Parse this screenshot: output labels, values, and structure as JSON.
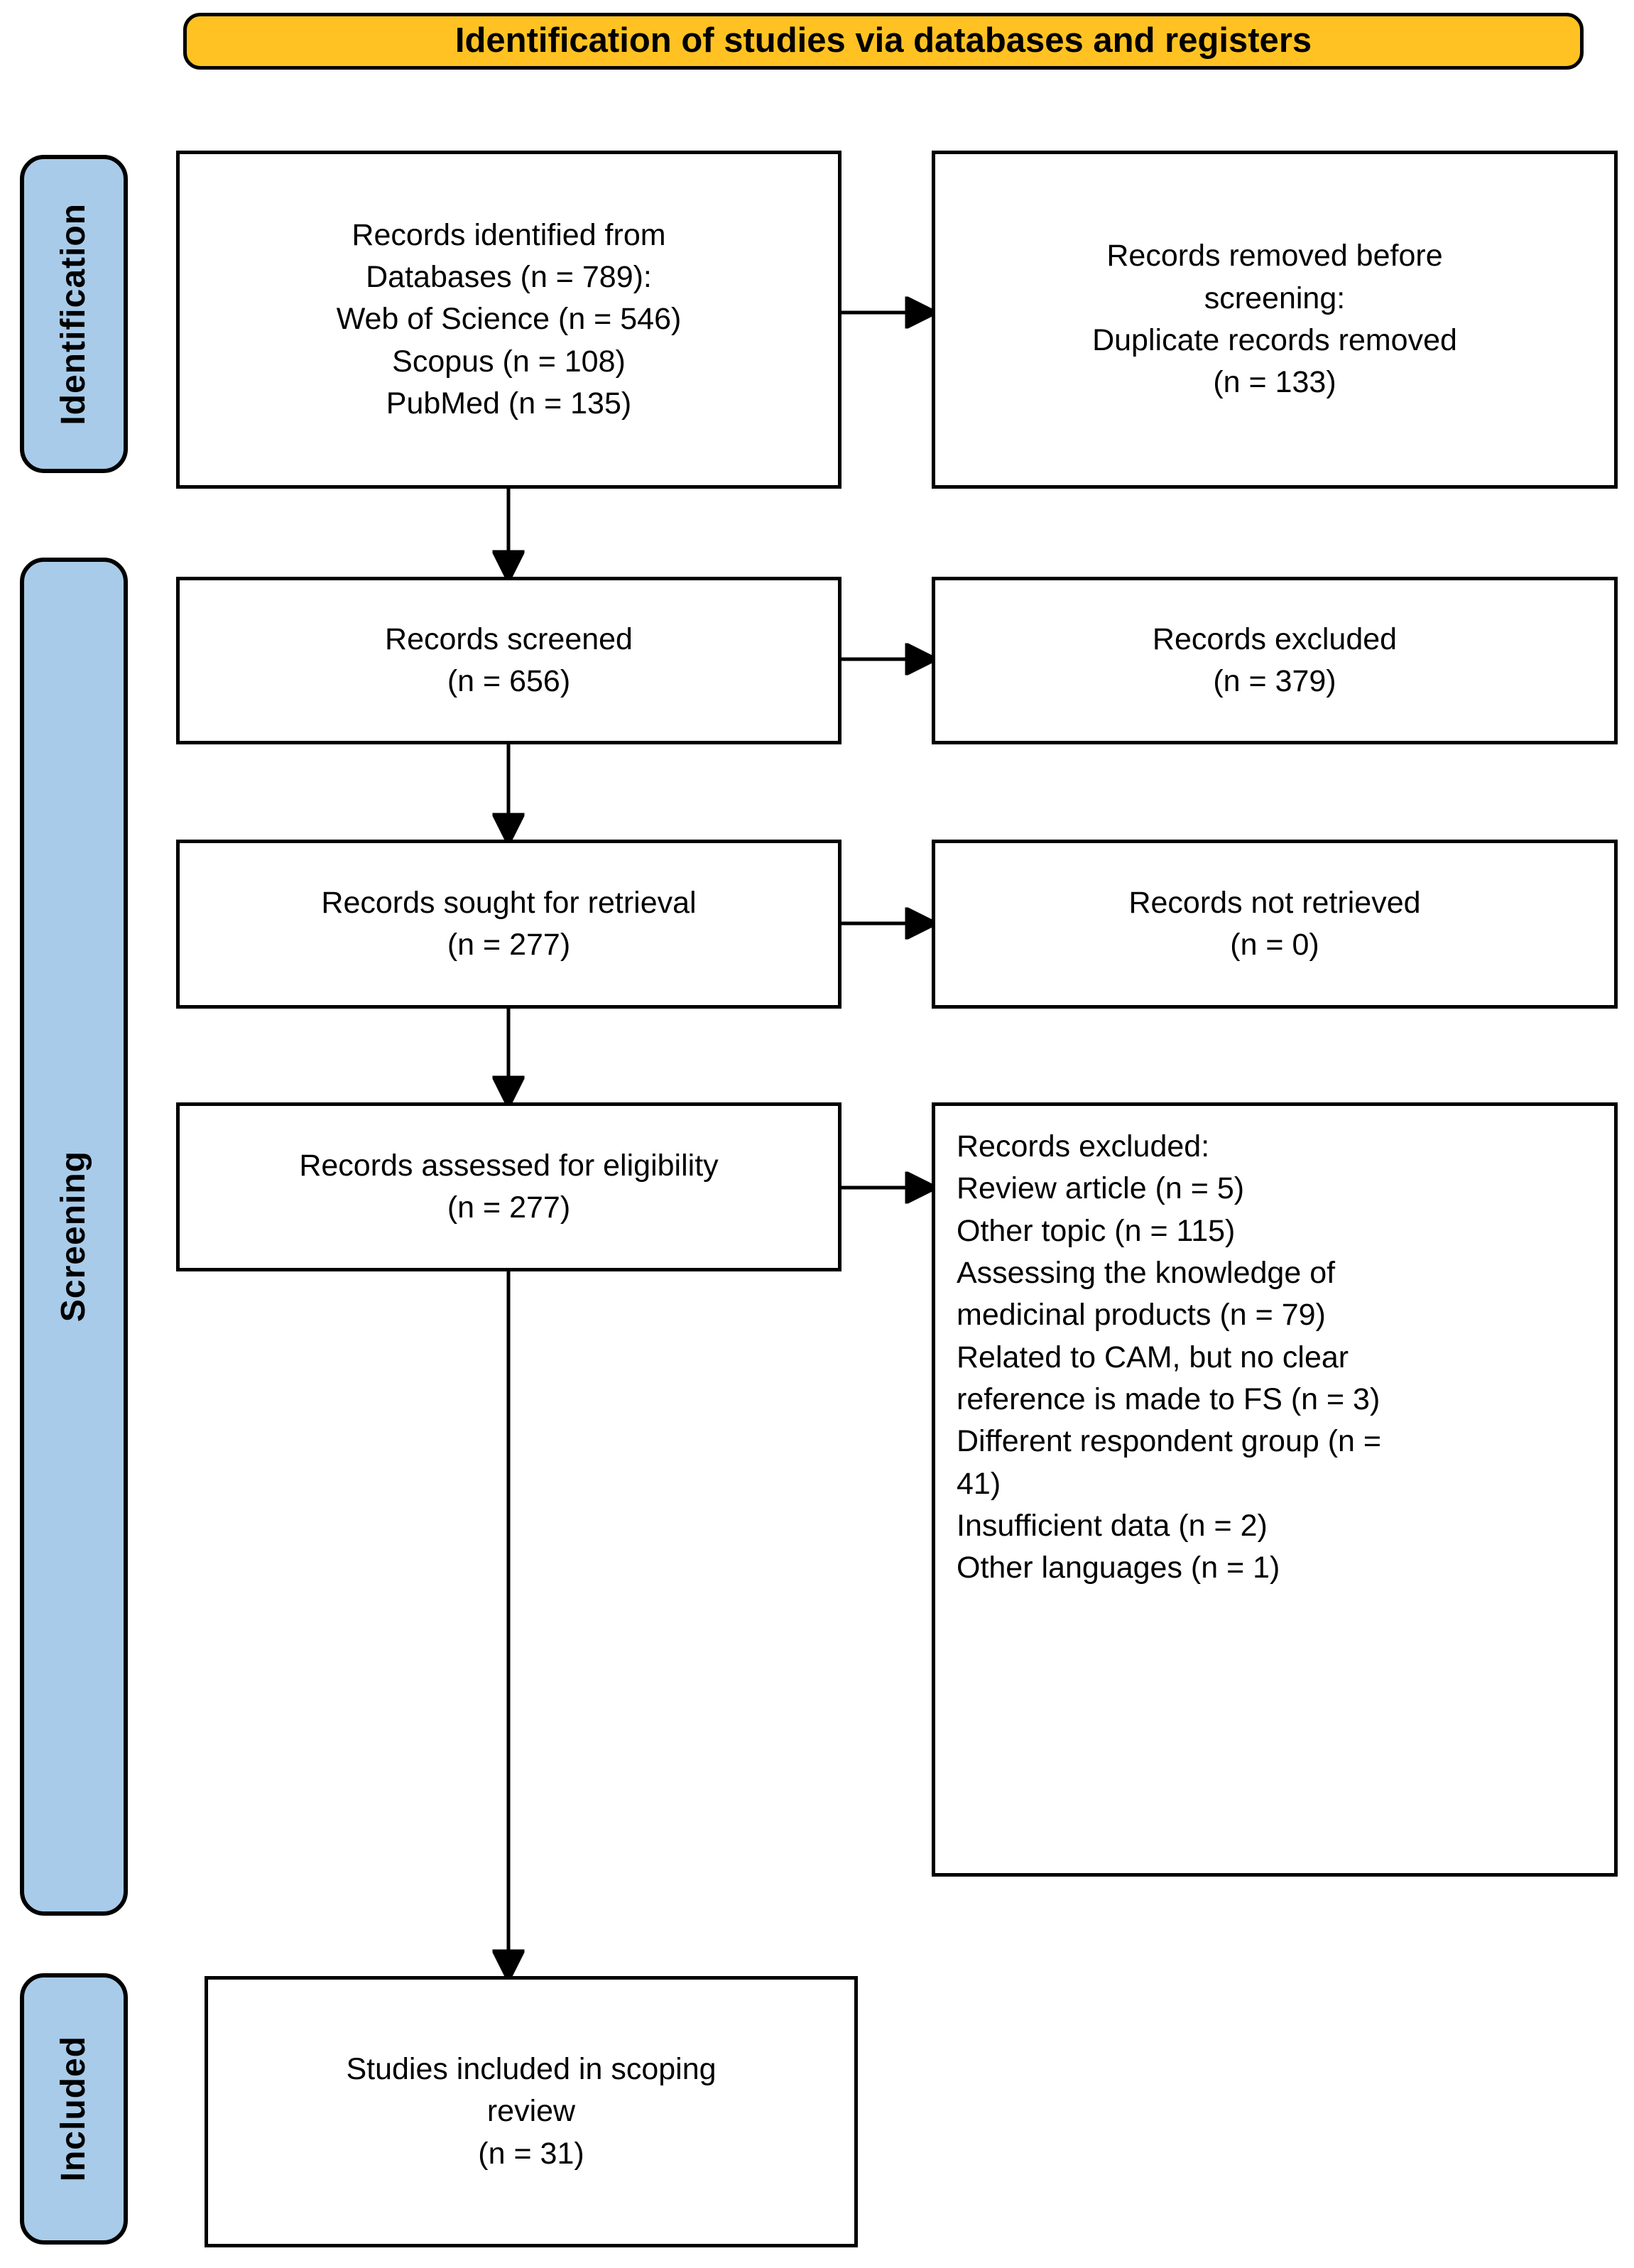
{
  "banner": {
    "title": "Identification of studies via databases and registers",
    "fill": "#ffc222",
    "border": "#000000"
  },
  "stages": [
    {
      "key": "identification",
      "label": "Identification",
      "fill": "#a8cbe9"
    },
    {
      "key": "screening",
      "label": "Screening",
      "fill": "#a8cbe9"
    },
    {
      "key": "included",
      "label": "Included",
      "fill": "#a8cbe9"
    }
  ],
  "boxes": {
    "records_identified": {
      "text": "Records identified from\nDatabases (n = 789):\nWeb of Science (n = 546)\nScopus (n = 108)\nPubMed (n = 135)"
    },
    "records_removed": {
      "text": "Records removed before\nscreening:\nDuplicate records removed\n(n = 133)"
    },
    "records_screened": {
      "text": "Records screened\n(n = 656)"
    },
    "records_excluded_screening": {
      "text": "Records excluded\n(n = 379)"
    },
    "records_sought": {
      "text": "Records sought for retrieval\n(n = 277)"
    },
    "records_not_retrieved": {
      "text": "Records not retrieved\n(n = 0)"
    },
    "records_assessed": {
      "text": "Records assessed for eligibility\n(n = 277)"
    },
    "records_excluded_eligibility": {
      "text": "Records excluded:\nReview article (n = 5)\nOther topic (n = 115)\nAssessing the knowledge of\nmedicinal products (n = 79)\nRelated to CAM, but no clear\nreference is made to FS (n = 3)\nDifferent respondent group (n =\n41)\nInsufficient data (n = 2)\nOther languages (n = 1)"
    },
    "studies_included": {
      "text": "Studies included in scoping\nreview\n(n = 31)"
    }
  },
  "chart_data": {
    "type": "diagram",
    "title": "Identification of studies via databases and registers",
    "nodes": [
      {
        "id": "records_identified",
        "stage": "Identification",
        "label": "Records identified from Databases",
        "n": 789,
        "breakdown": [
          {
            "source": "Web of Science",
            "n": 546
          },
          {
            "source": "Scopus",
            "n": 108
          },
          {
            "source": "PubMed",
            "n": 135
          }
        ]
      },
      {
        "id": "records_removed",
        "stage": "Identification",
        "label": "Records removed before screening: Duplicate records removed",
        "n": 133
      },
      {
        "id": "records_screened",
        "stage": "Screening",
        "label": "Records screened",
        "n": 656
      },
      {
        "id": "records_excluded_screening",
        "stage": "Screening",
        "label": "Records excluded",
        "n": 379
      },
      {
        "id": "records_sought",
        "stage": "Screening",
        "label": "Records sought for retrieval",
        "n": 277
      },
      {
        "id": "records_not_retrieved",
        "stage": "Screening",
        "label": "Records not retrieved",
        "n": 0
      },
      {
        "id": "records_assessed",
        "stage": "Screening",
        "label": "Records assessed for eligibility",
        "n": 277
      },
      {
        "id": "records_excluded_eligibility",
        "stage": "Screening",
        "label": "Records excluded",
        "reasons": [
          {
            "reason": "Review article",
            "n": 5
          },
          {
            "reason": "Other topic",
            "n": 115
          },
          {
            "reason": "Assessing the knowledge of medicinal products",
            "n": 79
          },
          {
            "reason": "Related to CAM, but no clear reference is made to FS",
            "n": 3
          },
          {
            "reason": "Different respondent group",
            "n": 41
          },
          {
            "reason": "Insufficient data",
            "n": 2
          },
          {
            "reason": "Other languages",
            "n": 1
          }
        ]
      },
      {
        "id": "studies_included",
        "stage": "Included",
        "label": "Studies included in scoping review",
        "n": 31
      }
    ],
    "edges": [
      {
        "from": "records_identified",
        "to": "records_removed",
        "direction": "right"
      },
      {
        "from": "records_identified",
        "to": "records_screened",
        "direction": "down"
      },
      {
        "from": "records_screened",
        "to": "records_excluded_screening",
        "direction": "right"
      },
      {
        "from": "records_screened",
        "to": "records_sought",
        "direction": "down"
      },
      {
        "from": "records_sought",
        "to": "records_not_retrieved",
        "direction": "right"
      },
      {
        "from": "records_sought",
        "to": "records_assessed",
        "direction": "down"
      },
      {
        "from": "records_assessed",
        "to": "records_excluded_eligibility",
        "direction": "right"
      },
      {
        "from": "records_assessed",
        "to": "studies_included",
        "direction": "down"
      }
    ]
  }
}
